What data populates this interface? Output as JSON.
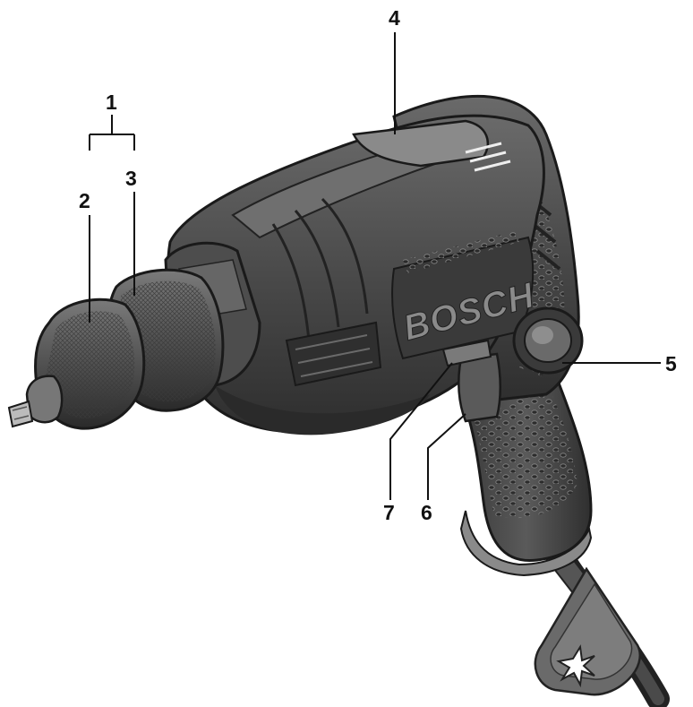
{
  "diagram": {
    "brand_text": "BOSCH",
    "callouts": [
      {
        "id": "1",
        "label": "1"
      },
      {
        "id": "2",
        "label": "2"
      },
      {
        "id": "3",
        "label": "3"
      },
      {
        "id": "4",
        "label": "4"
      },
      {
        "id": "5",
        "label": "5"
      },
      {
        "id": "6",
        "label": "6"
      },
      {
        "id": "7",
        "label": "7"
      }
    ]
  },
  "colors": {
    "body_dark": "#3a3a3a",
    "body_mid": "#555555",
    "body_light": "#777777",
    "highlight": "#9a9a9a",
    "ink": "#111111"
  }
}
